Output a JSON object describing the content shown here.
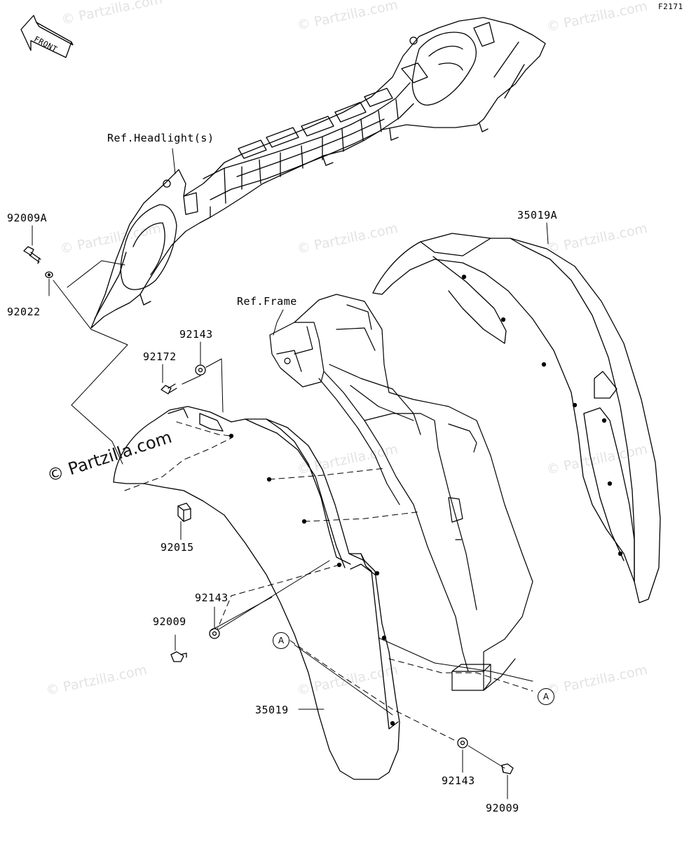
{
  "figure_code": "F2171",
  "front_tag": "FRONT",
  "watermark": "© Partzilla.com",
  "references": {
    "headlight": "Ref.Headlight(s)",
    "frame": "Ref.Frame"
  },
  "parts": {
    "p92009A": "92009A",
    "p92022": "92022",
    "p92172": "92172",
    "p92143_top": "92143",
    "p92015": "92015",
    "p92143_mid": "92143",
    "p92009_left": "92009",
    "p35019": "35019",
    "p35019A": "35019A",
    "p92143_bottom": "92143",
    "p92009_bottom": "92009"
  },
  "callouts": {
    "a_left": "A",
    "a_right": "A"
  }
}
